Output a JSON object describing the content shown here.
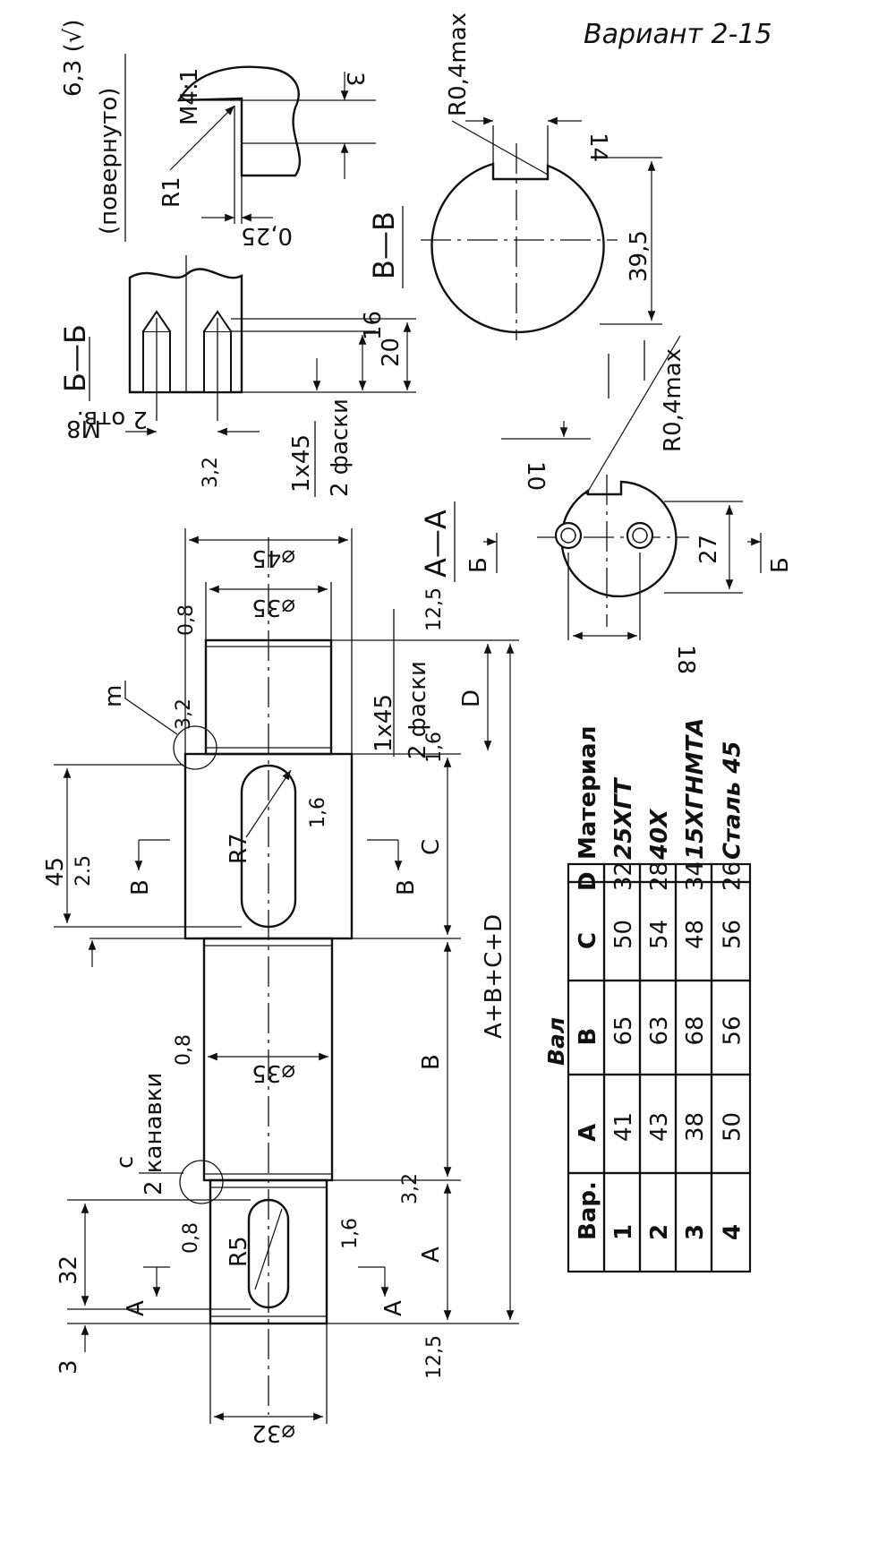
{
  "header": {
    "variant": "Вариант 2-15",
    "surface_note": "6,3 (√)",
    "rotated_note": "(повернуто)",
    "scale": "M4:1"
  },
  "detail": {
    "radius": "R1",
    "depth": "0,25",
    "offset": "3"
  },
  "sections": {
    "bb": {
      "title": "Б—Б",
      "thread": "M8",
      "holes": "2 отв.",
      "depth1": "16",
      "depth2": "20",
      "rough": "3,2",
      "chamfer": "1x45",
      "chamfer_count": "2 фаски"
    },
    "vv": {
      "title": "В—В",
      "radius_top": "R0,4max",
      "key_depth": "14",
      "width": "39,5"
    },
    "aa": {
      "title": "А—А",
      "radius": "R0,4max",
      "key_depth": "10",
      "width": "27",
      "offset": "18",
      "cut_label": "Б"
    }
  },
  "shaft": {
    "title": "Вал",
    "d1": "⌀32",
    "d2": "⌀35",
    "d3": "⌀45",
    "d4": "⌀35",
    "seg_a": "A",
    "seg_b": "B",
    "seg_c": "C",
    "seg_d": "D",
    "total": "A+B+C+D",
    "slot1_len": "32",
    "slot1_off": "3",
    "slot1_r": "R5",
    "slot2_len": "45",
    "slot2_off": "2.5",
    "slot2_r": "R7",
    "groove": "c",
    "groove_count": "2 канавки",
    "detail_mark": "m",
    "chamfer": "1x45",
    "chamfer_count": "2 фаски",
    "section_a": "A",
    "section_b": "B",
    "rough_08": "0,8",
    "rough_16": "1,6",
    "rough_32": "3,2",
    "rough_125": "12,5"
  },
  "table": {
    "headers": [
      "Вар.",
      "A",
      "B",
      "C",
      "D",
      "Материал"
    ],
    "rows": [
      [
        "1",
        "41",
        "65",
        "50",
        "32",
        "25ХГТ"
      ],
      [
        "2",
        "43",
        "63",
        "54",
        "28",
        "40Х"
      ],
      [
        "3",
        "38",
        "68",
        "48",
        "34",
        "15ХГНМТА"
      ],
      [
        "4",
        "50",
        "56",
        "56",
        "26",
        "Сталь 45"
      ]
    ]
  }
}
